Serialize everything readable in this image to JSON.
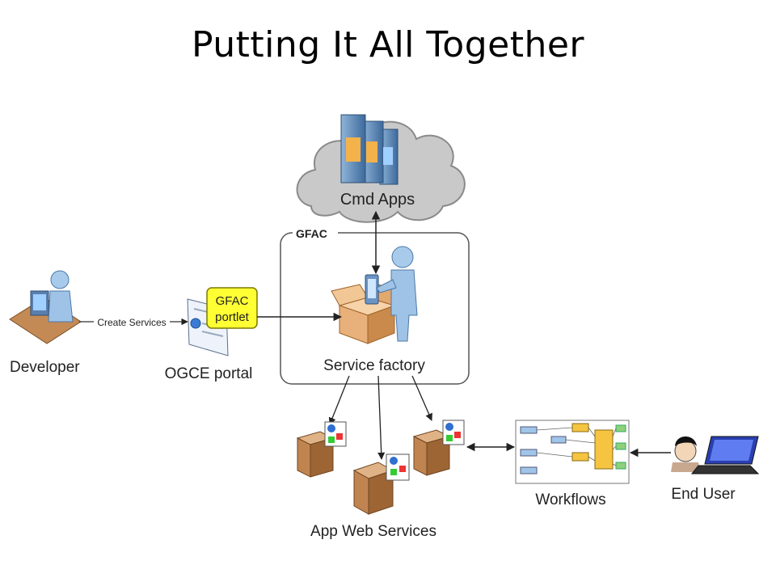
{
  "title": "Putting It All Together",
  "labels": {
    "cmd_apps": "Cmd Apps",
    "gfac": "GFAC",
    "service_factory": "Service factory",
    "developer": "Developer",
    "create_services": "Create Services",
    "ogce_portal": "OGCE portal",
    "gfac_portlet_line1": "GFAC",
    "gfac_portlet_line2": "portlet",
    "app_web_services": "App Web Services",
    "workflows": "Workflows",
    "end_user": "End User"
  },
  "icons": [
    "server-cluster-icon",
    "developer-icon",
    "portal-page-icon",
    "open-box-icon",
    "person-icon",
    "web-service-box-icon",
    "workflow-graph-icon",
    "end-user-icon",
    "laptop-icon"
  ],
  "colors": {
    "cloud_fill": "#c8c8c8",
    "portlet_fill": "#ffff33",
    "box_fill": "#e8b07a",
    "person_fill": "#9ec3e6",
    "workflow_node": "#f5c542"
  }
}
